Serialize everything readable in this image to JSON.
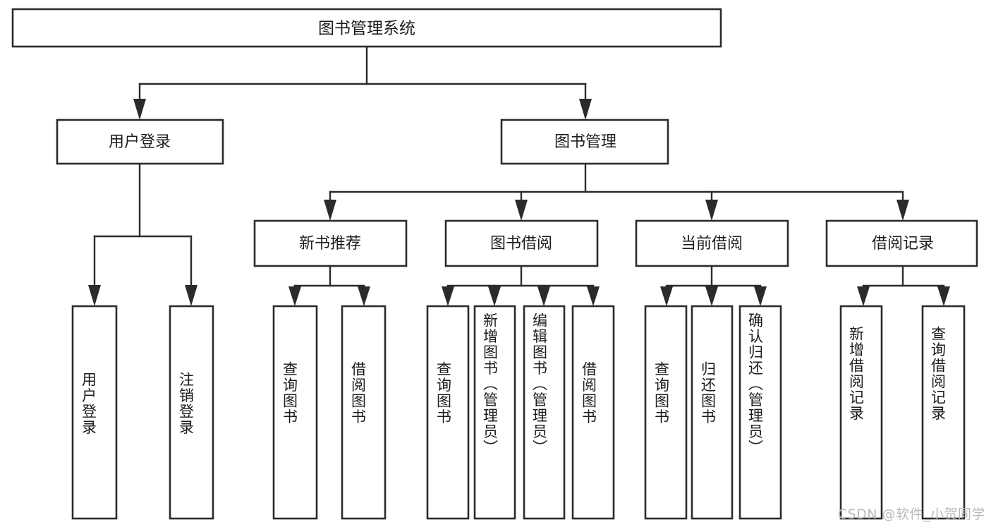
{
  "diagram": {
    "title": "图书管理系统",
    "type": "tree-hierarchy-chart",
    "watermark": "CSDN @软件_小贺同学",
    "colors": {
      "stroke": "#2b2b2b",
      "box_fill": "#ffffff",
      "text": "#1c1c1c",
      "background": "#ffffff",
      "watermark": "#b9b9b9"
    },
    "root": {
      "label": "图书管理系统"
    },
    "level2": [
      {
        "id": "user-login",
        "label": "用户登录"
      },
      {
        "id": "book-management",
        "label": "图书管理"
      }
    ],
    "level3": [
      {
        "id": "new-book-recommend",
        "label": "新书推荐",
        "parent": "book-management"
      },
      {
        "id": "book-borrow",
        "label": "图书借阅",
        "parent": "book-management"
      },
      {
        "id": "current-borrow",
        "label": "当前借阅",
        "parent": "book-management"
      },
      {
        "id": "borrow-record",
        "label": "借阅记录",
        "parent": "book-management"
      }
    ],
    "leaves": [
      {
        "id": "leaf-user-login",
        "label": "用户登录",
        "parent": "user-login"
      },
      {
        "id": "leaf-logout-login",
        "label": "注销登录",
        "parent": "user-login"
      },
      {
        "id": "leaf-query-books-recommend",
        "label": "查询图书",
        "parent": "new-book-recommend"
      },
      {
        "id": "leaf-borrow-books-recommend",
        "label": "借阅图书",
        "parent": "new-book-recommend"
      },
      {
        "id": "leaf-query-books-borrow",
        "label": "查询图书",
        "parent": "book-borrow"
      },
      {
        "id": "leaf-add-book-admin",
        "label": "新增图书（管理员）",
        "parent": "book-borrow"
      },
      {
        "id": "leaf-edit-book-admin",
        "label": "编辑图书（管理员）",
        "parent": "book-borrow"
      },
      {
        "id": "leaf-borrow-books",
        "label": "借阅图书",
        "parent": "book-borrow"
      },
      {
        "id": "leaf-query-books-current",
        "label": "查询图书",
        "parent": "current-borrow"
      },
      {
        "id": "leaf-return-books",
        "label": "归还图书",
        "parent": "current-borrow"
      },
      {
        "id": "leaf-confirm-return-admin",
        "label": "确认归还（管理员）",
        "parent": "current-borrow"
      },
      {
        "id": "leaf-add-borrow-record",
        "label": "新增借阅记录",
        "parent": "borrow-record"
      },
      {
        "id": "leaf-query-borrow-record",
        "label": "查询借阅记录",
        "parent": "borrow-record"
      }
    ]
  }
}
